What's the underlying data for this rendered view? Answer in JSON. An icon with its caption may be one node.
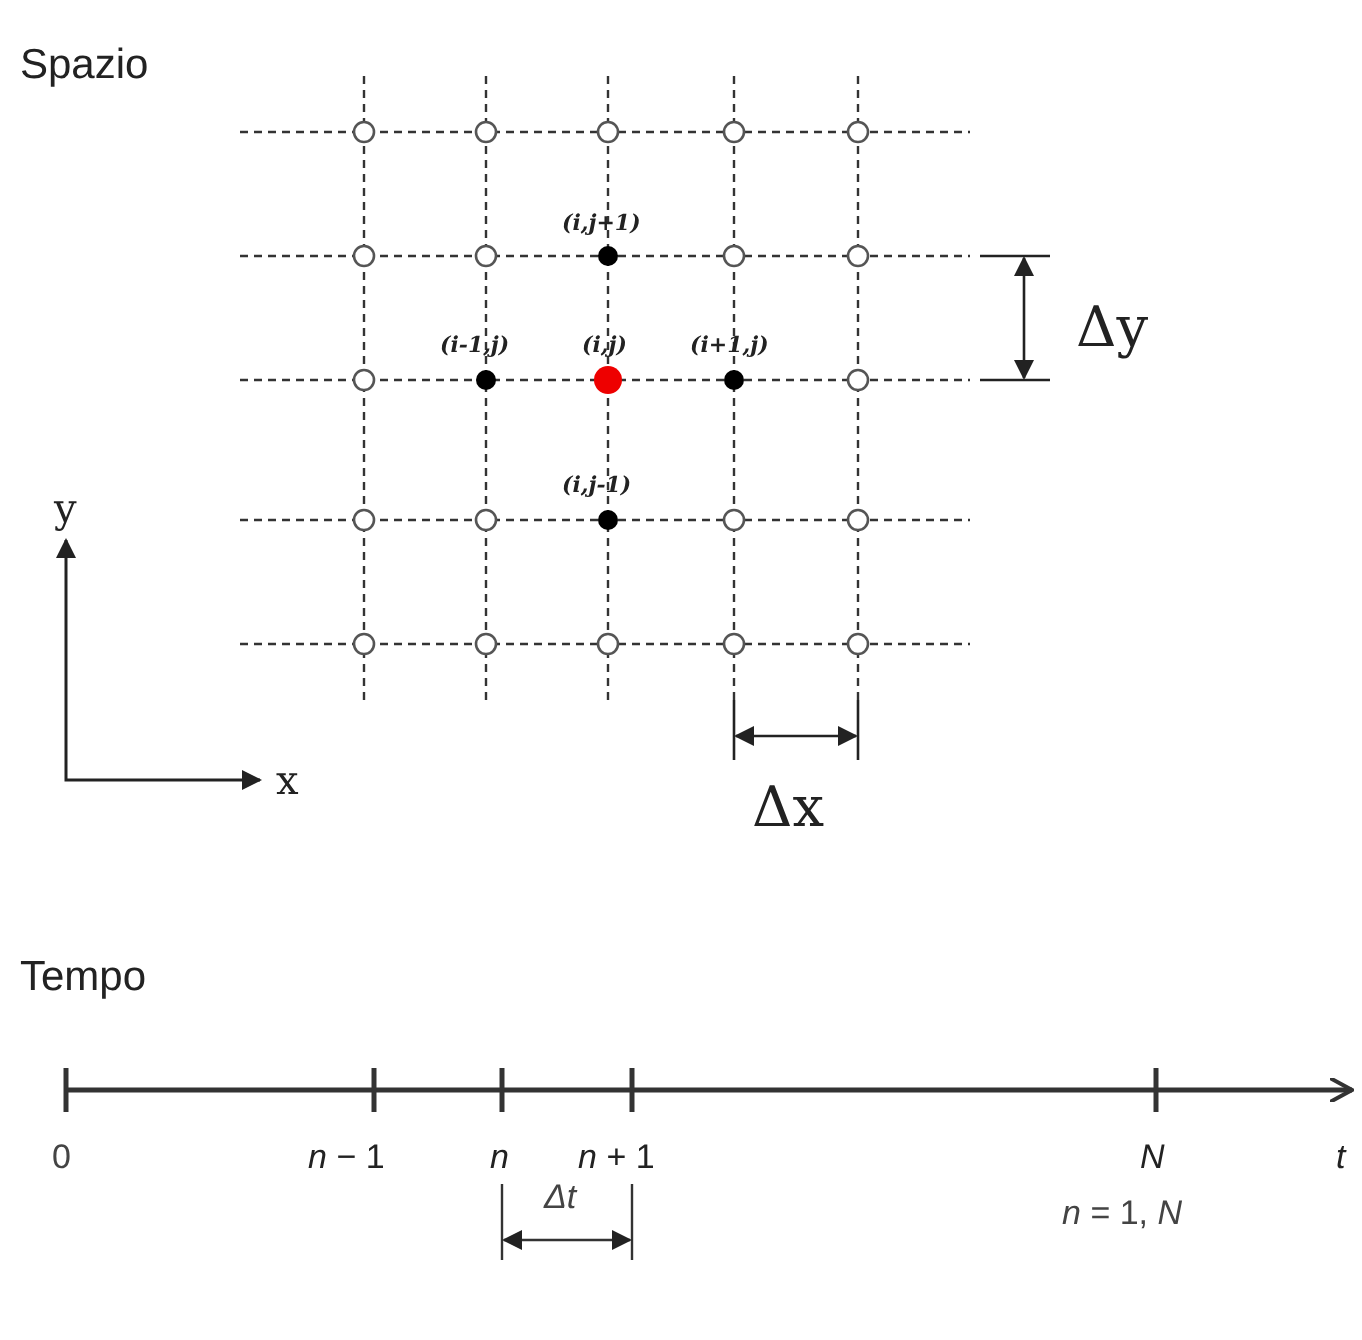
{
  "diagram": {
    "labels": [
      "Spazio",
      "(i,j+1)",
      "(i-1,j)",
      "(i,j)",
      "(i+1,j)",
      "(i,j-1)",
      "Δy",
      "y",
      "x",
      "Δx",
      "Tempo",
      "0",
      "*n* − 1",
      "n",
      "*n* + 1",
      "N",
      "t",
      "Δt",
      "*n* = 1, *N*"
    ]
  }
}
